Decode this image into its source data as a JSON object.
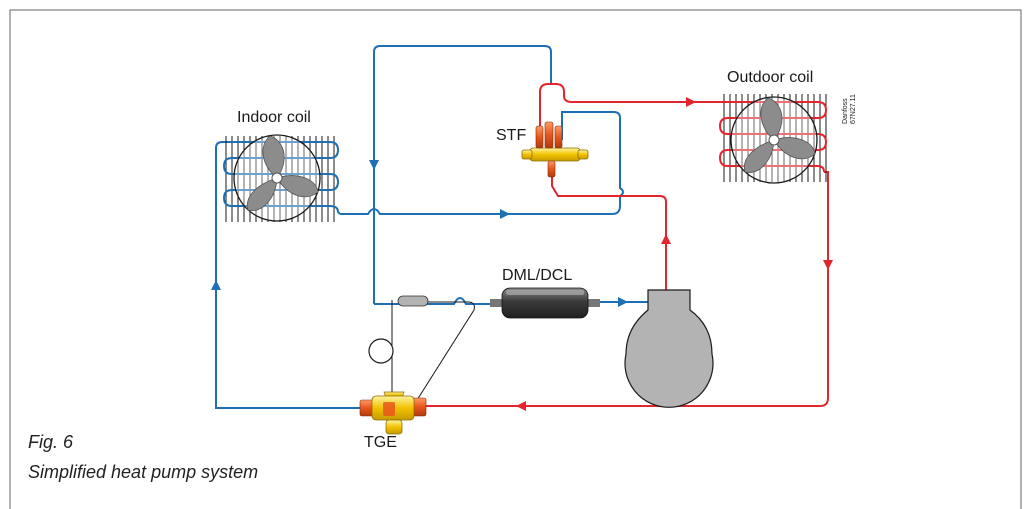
{
  "labels": {
    "indoor_coil": "Indoor coil",
    "outdoor_coil": "Outdoor coil",
    "stf": "STF",
    "dml_dcl": "DML/DCL",
    "tge": "TGE",
    "brand_line1": "Danfoss",
    "brand_line2": "67N27.11"
  },
  "caption": {
    "fig": "Fig. 6",
    "title": "Simplified heat pump system"
  },
  "colors": {
    "cold_line": "#1f6fb5",
    "hot_line": "#e3262e",
    "component_gray": "#b3b3b3",
    "valve_yellow": "#f2c200",
    "frame": "#666666"
  },
  "icons": [
    "fan-icon",
    "coil-icon",
    "compressor-icon",
    "filter-drier-icon",
    "four-way-valve-icon",
    "expansion-valve-icon",
    "sensor-bulb-icon",
    "flow-arrow-icon"
  ]
}
